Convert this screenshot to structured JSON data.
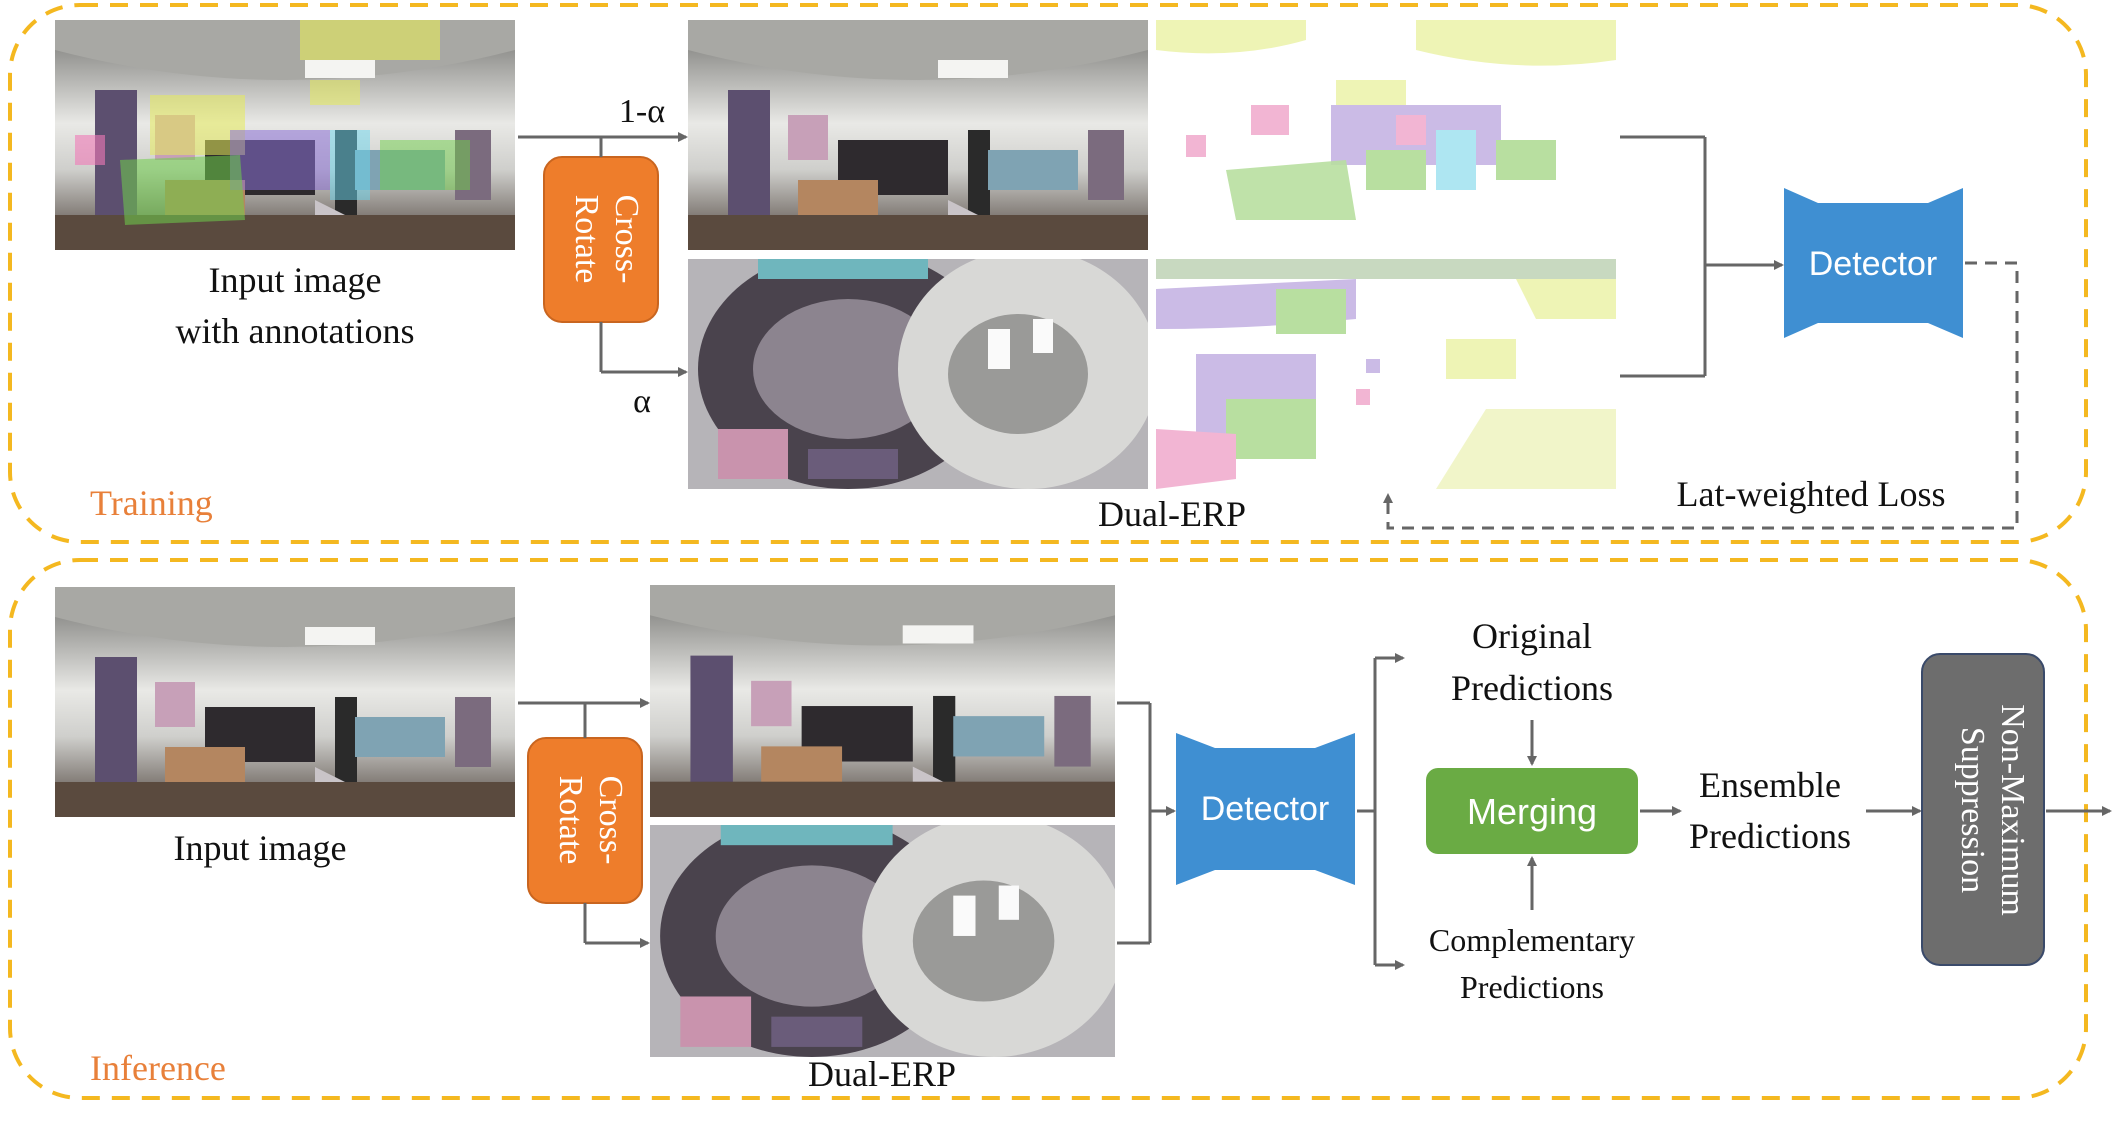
{
  "colors": {
    "frame": "#f4b820",
    "section_label": "#e8803a",
    "cross_rotate": "#ee7d2b",
    "detector": "#3f8fd2",
    "merging": "#6aab44",
    "nms": "#6d6d6d",
    "arrow": "#666666"
  },
  "icons": {
    "pano_image": "room-panorama-thumbnail",
    "rotated_image": "fisheye-rotated-thumbnail",
    "annotation_map": "bounding-box-map-thumbnail"
  },
  "training": {
    "section_label": "Training",
    "input_caption_line1": "Input image",
    "input_caption_line2": "with annotations",
    "cross_rotate_line1": "Cross-",
    "cross_rotate_line2": "Rotate",
    "branch_top_label": "1-α",
    "branch_bottom_label": "α",
    "dual_erp_label": "Dual-ERP",
    "detector_label": "Detector",
    "loss_label": "Lat-weighted Loss"
  },
  "inference": {
    "section_label": "Inference",
    "input_caption": "Input image",
    "cross_rotate_line1": "Cross-",
    "cross_rotate_line2": "Rotate",
    "dual_erp_label": "Dual-ERP",
    "detector_label": "Detector",
    "original_line1": "Original",
    "original_line2": "Predictions",
    "complementary_line1": "Complementary",
    "complementary_line2": "Predictions",
    "merging_label": "Merging",
    "ensemble_line1": "Ensemble",
    "ensemble_line2": "Predictions",
    "nms_line1": "Non-Maximum",
    "nms_line2": "Suppression"
  }
}
